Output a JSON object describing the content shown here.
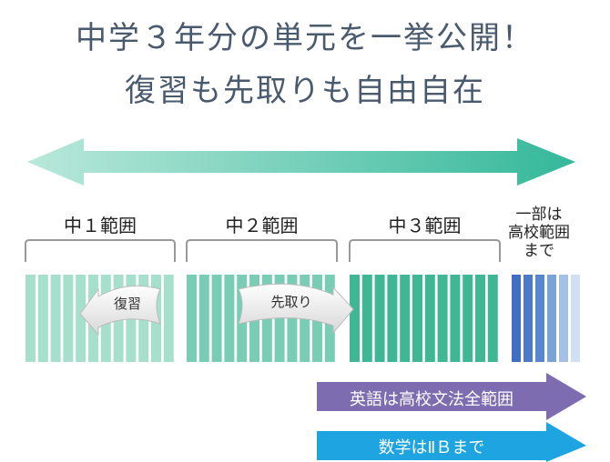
{
  "headline": {
    "line1": "中学３年分の単元を一挙公開！",
    "line2": "復習も先取りも自由自在"
  },
  "ranges": [
    {
      "label": "中１範囲"
    },
    {
      "label": "中２範囲"
    },
    {
      "label": "中３範囲"
    }
  ],
  "note": {
    "line1": "一部は",
    "line2": "高校範囲",
    "line3": "まで"
  },
  "curl_labels": {
    "review": "復習",
    "advance": "先取り"
  },
  "bottom_arrows": {
    "english": "英語は高校文法全範囲",
    "math": "数学はⅡＢまで"
  },
  "colors": {
    "headline": "#4a5a6e",
    "grade1": "#a6dfcc",
    "grade2": "#78cdb4",
    "grade3": "#3fb795",
    "high_school": "#4a7ac8",
    "english_arrow": "#7e6cb0",
    "math_arrow": "#1ea4e0"
  }
}
